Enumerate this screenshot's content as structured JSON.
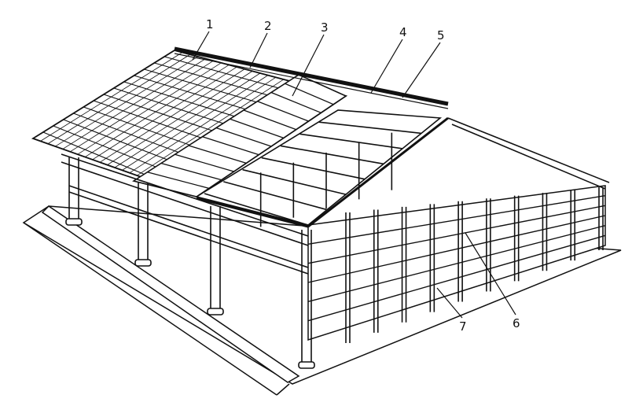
{
  "diagram": {
    "ink_color": "#111111",
    "background_color": "#ffffff",
    "callouts": [
      {
        "label": "1"
      },
      {
        "label": "2"
      },
      {
        "label": "3"
      },
      {
        "label": "4"
      },
      {
        "label": "5"
      },
      {
        "label": "6"
      },
      {
        "label": "7"
      }
    ]
  }
}
